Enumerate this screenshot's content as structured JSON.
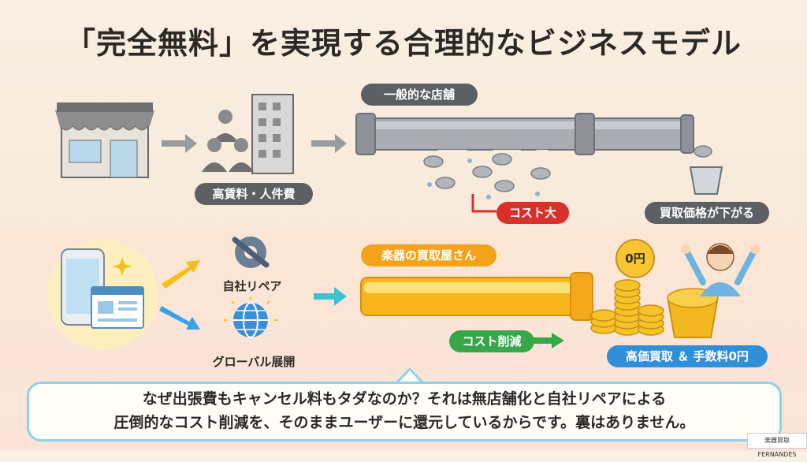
{
  "title": "「完全無料」を実現する合理的なビジネスモデル",
  "top_section": {
    "cost_label": "高賃料・人件費",
    "store_type": "一般的な店舗",
    "cost_badge": "コスト大",
    "result": "買取価格が下がる"
  },
  "bottom_section": {
    "repair_label": "自社リペア",
    "global_label": "グローバル展開",
    "company_label": "楽器の買取屋さん",
    "cost_cut": "コスト削減",
    "zero_badge": "0円",
    "result": "高価買取 ＆ 手数料0円"
  },
  "explanation": {
    "line1": "なぜ出張費もキャンセル料もタダなのか？それは無店舗化と自社リペアによる",
    "line2": "圧倒的なコスト削減を、そのままユーザーに還元しているからです。裏はありません。"
  },
  "logo_text": "楽器買取 FERNANDES"
}
